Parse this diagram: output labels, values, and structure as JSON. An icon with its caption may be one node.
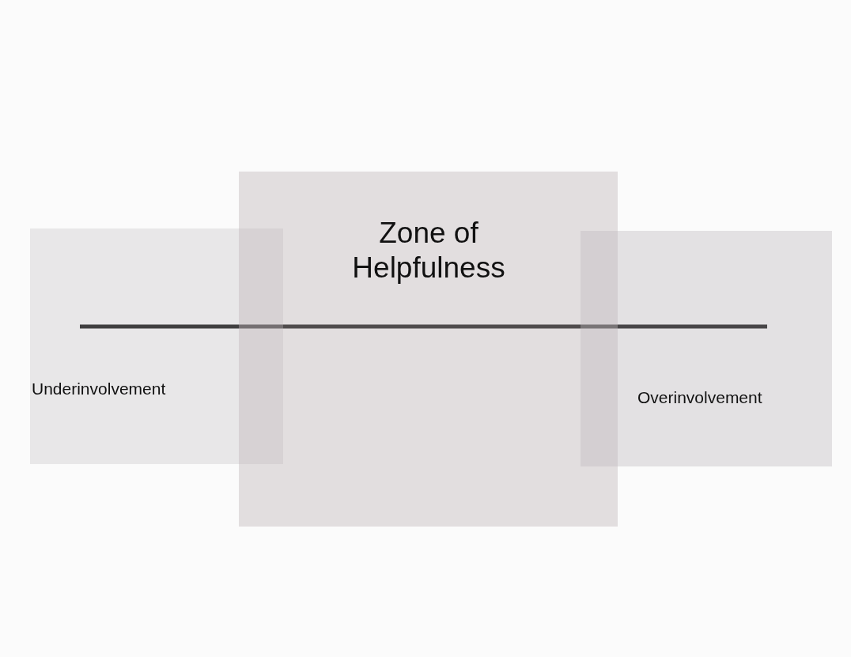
{
  "diagram": {
    "nodes": [
      {
        "text": [
          "Underinvolvement"
        ]
      },
      {
        "text": [
          "Zone of Helpfulness"
        ]
      },
      {
        "text": [
          "Overinvolvement"
        ]
      }
    ]
  }
}
